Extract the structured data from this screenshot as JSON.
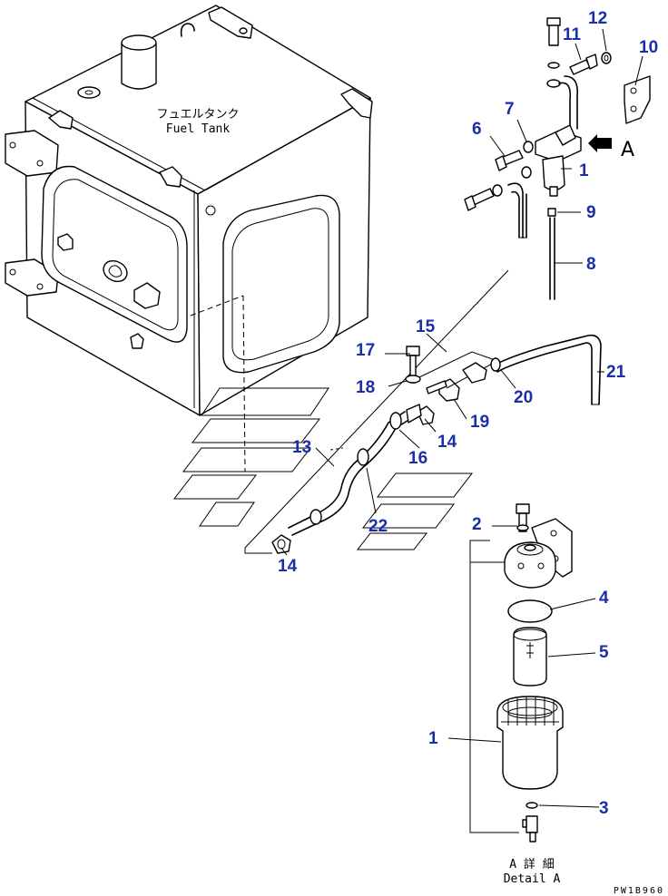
{
  "tank_label": {
    "jp": "フュエルタンク",
    "en": "Fuel Tank"
  },
  "view_label": "A",
  "detail_label": {
    "jp": "A 詳 細",
    "en": "Detail A"
  },
  "drawing_code": "PW1B960",
  "callouts": [
    {
      "id": "c1a",
      "text": "1"
    },
    {
      "id": "c6",
      "text": "6"
    },
    {
      "id": "c7",
      "text": "7"
    },
    {
      "id": "c8",
      "text": "8"
    },
    {
      "id": "c9",
      "text": "9"
    },
    {
      "id": "c10",
      "text": "10"
    },
    {
      "id": "c11",
      "text": "11"
    },
    {
      "id": "c12",
      "text": "12"
    },
    {
      "id": "c13",
      "text": "13"
    },
    {
      "id": "c14a",
      "text": "14"
    },
    {
      "id": "c14b",
      "text": "14"
    },
    {
      "id": "c15",
      "text": "15"
    },
    {
      "id": "c16",
      "text": "16"
    },
    {
      "id": "c17",
      "text": "17"
    },
    {
      "id": "c18",
      "text": "18"
    },
    {
      "id": "c19",
      "text": "19"
    },
    {
      "id": "c20",
      "text": "20"
    },
    {
      "id": "c21",
      "text": "21"
    },
    {
      "id": "c22",
      "text": "22"
    },
    {
      "id": "c2",
      "text": "2"
    },
    {
      "id": "c4",
      "text": "4"
    },
    {
      "id": "c5",
      "text": "5"
    },
    {
      "id": "c1b",
      "text": "1"
    },
    {
      "id": "c3",
      "text": "3"
    }
  ]
}
